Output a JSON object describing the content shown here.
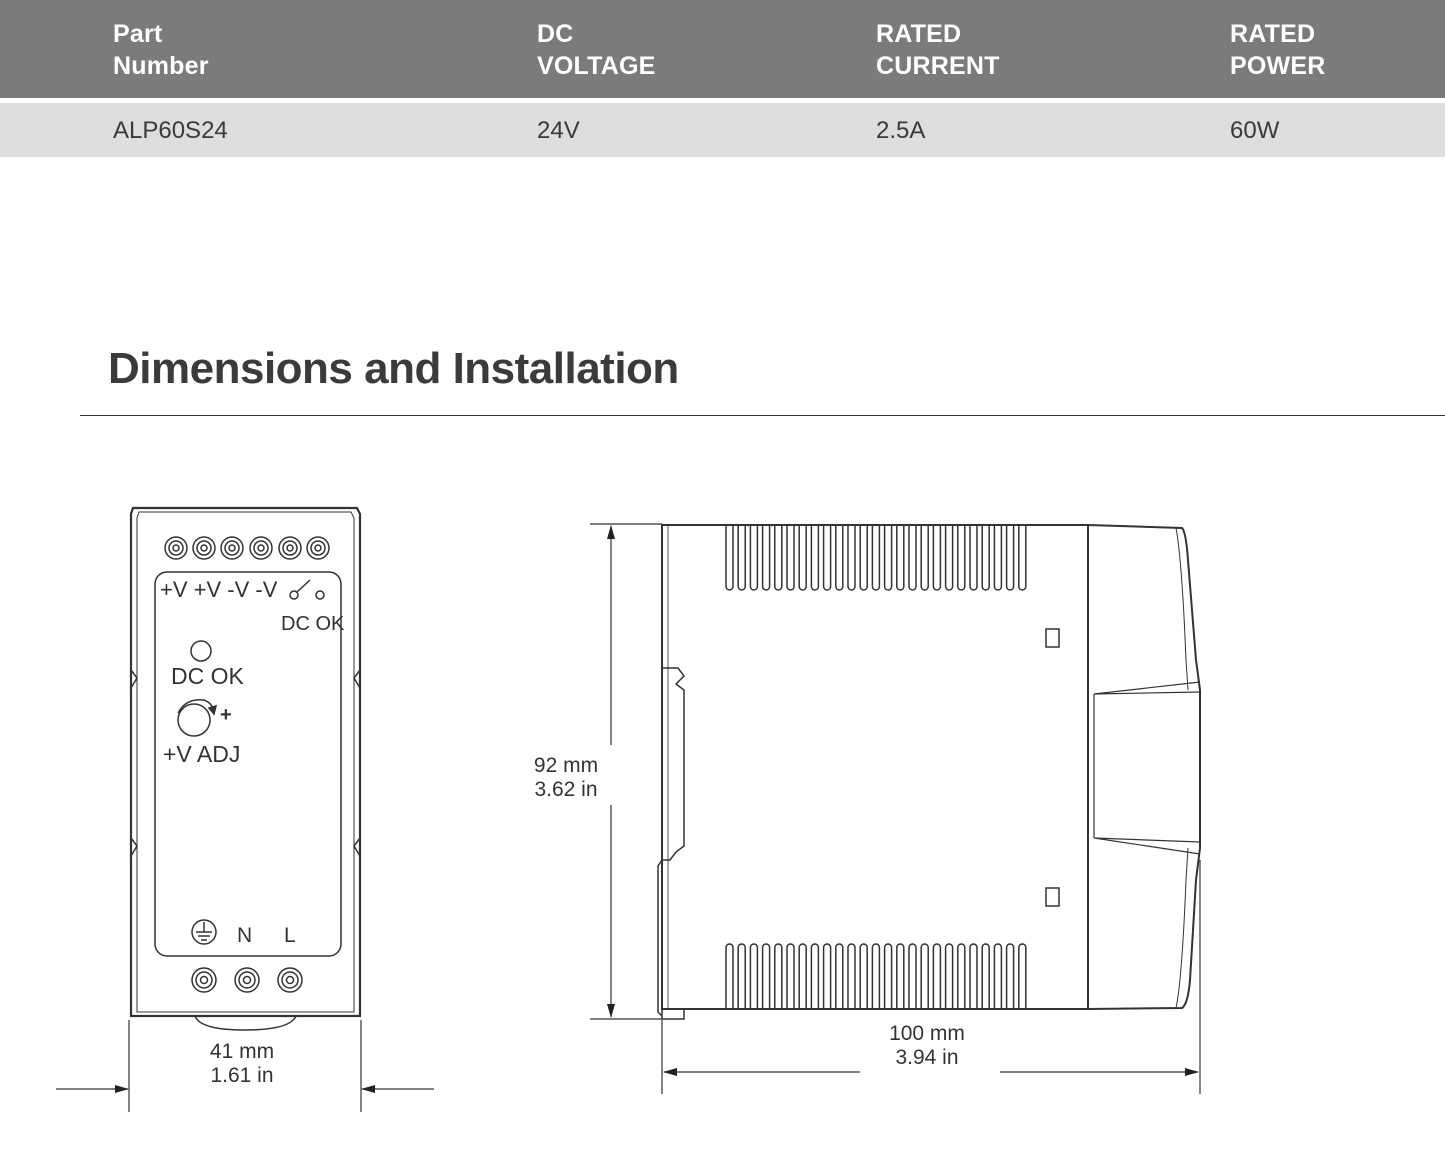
{
  "spec_table": {
    "headers": [
      "Part\nNumber",
      "DC\nVOLTAGE",
      "RATED\nCURRENT",
      "RATED\nPOWER"
    ],
    "rows": [
      [
        "ALP60S24",
        "24V",
        "2.5A",
        "60W"
      ]
    ]
  },
  "section": {
    "title": "Dimensions and Installation"
  },
  "front_view": {
    "top_terminal_labels": "+V +V -V -V",
    "relay_label": "DC OK",
    "led_label": "DC OK",
    "adj_plus": "+",
    "adj_label": "+V ADJ",
    "bottom_terminals": [
      "N",
      "L"
    ],
    "width_mm": "41 mm",
    "width_in": "1.61 in"
  },
  "side_view": {
    "height_mm": "92 mm",
    "height_in": "3.62 in",
    "depth_mm": "100 mm",
    "depth_in": "3.94 in"
  },
  "colors": {
    "header_bg": "#7b7b7b",
    "row_bg": "#dedede",
    "line": "#333333"
  },
  "icons": [
    "ground-icon",
    "screw-terminal-icon",
    "potentiometer-icon",
    "led-icon",
    "relay-switch-icon",
    "dimension-arrow-icon"
  ]
}
